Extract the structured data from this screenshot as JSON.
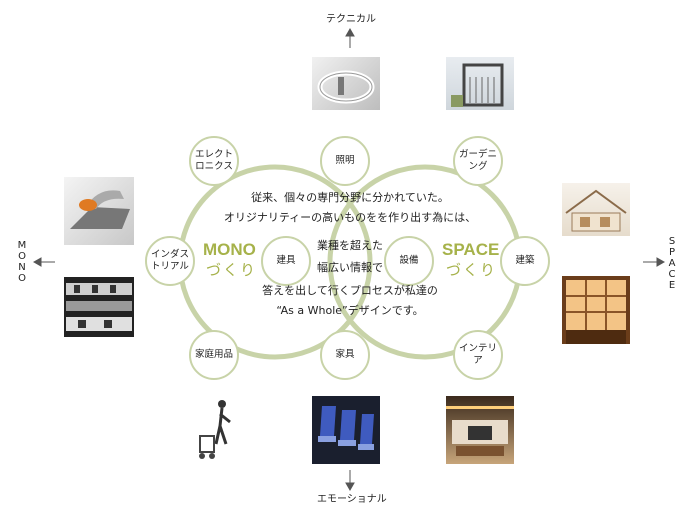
{
  "directions": {
    "top": "テクニカル",
    "bottom": "エモーショナル",
    "left": [
      "M",
      "O",
      "N",
      "O"
    ],
    "right": [
      "S",
      "P",
      "A",
      "C",
      "E"
    ]
  },
  "mono": {
    "title": "MONO",
    "sub": "づくり"
  },
  "space": {
    "title": "SPACE",
    "sub": "づくり"
  },
  "nodes": {
    "lighting": "照明",
    "gardening": "ガーデニング",
    "electronics_1": "エレクト",
    "electronics_2": "ロニクス",
    "industrial_1": "インダス",
    "industrial_2": "トリアル",
    "fittings": "建具",
    "equipment": "設備",
    "architecture": "建築",
    "household": "家庭用品",
    "furniture": "家具",
    "interior": "インテリア"
  },
  "center_lines": [
    "従来、個々の専門分野に分かれていた。",
    "オリジナリティーの高いものをを作り出す為には、",
    "業種を超えた",
    "幅広い情報で",
    "答えを出して行くプロセスが私達の",
    "“As a Whole”デザインです。"
  ],
  "colors": {
    "ring": "#c8d3a8",
    "accent": "#a6b24a"
  }
}
